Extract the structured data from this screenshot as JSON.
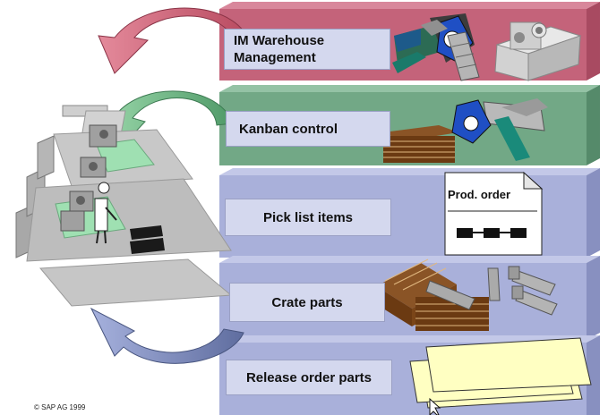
{
  "layers": [
    {
      "id": "im-warehouse",
      "line1": "IM Warehouse",
      "line2": "Management",
      "color": "#c4637a",
      "top_color": "#d8879b",
      "side_color": "#a84a61"
    },
    {
      "id": "kanban",
      "label": "Kanban control",
      "color": "#72a886",
      "top_color": "#94c2a5",
      "side_color": "#558a6a"
    },
    {
      "id": "pick-list",
      "label": "Pick list items",
      "color": "#a9b0da",
      "top_color": "#c3c8e8",
      "side_color": "#8890c0"
    },
    {
      "id": "crate-parts",
      "label": "Crate parts",
      "color": "#a9b0da",
      "top_color": "#c3c8e8",
      "side_color": "#8890c0"
    },
    {
      "id": "release-order",
      "label": "Release order parts",
      "color": "#a9b0da",
      "top_color": "#c3c8e8",
      "side_color": "#8890c0"
    }
  ],
  "document": {
    "title": "Prod. order"
  },
  "copyright": "© SAP AG 1999",
  "colors": {
    "arrow_pink": "#d46a7e",
    "arrow_green": "#78bd8a",
    "arrow_blue": "#8a97c4",
    "bolt_blue": "#1f4fc4",
    "crate_brown": "#7a4a1e",
    "paper_yellow": "#ffffc2"
  }
}
